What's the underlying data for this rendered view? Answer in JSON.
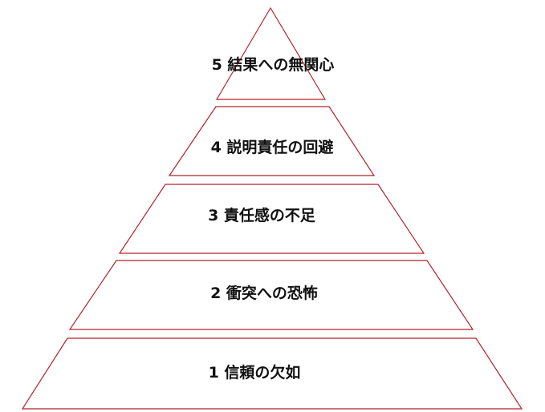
{
  "diagram": {
    "tiers": [
      {
        "number": "5",
        "label": "5 結果への無関心"
      },
      {
        "number": "4",
        "label": "4 説明責任の回避"
      },
      {
        "number": "3",
        "label": "3 責任感の不足"
      },
      {
        "number": "2",
        "label": "2 衝突への恐怖"
      },
      {
        "number": "1",
        "label": "1 信頼の欠如"
      }
    ],
    "colors": {
      "outline": "#b0242c",
      "fill": "#ffffff",
      "text": "#111111"
    }
  }
}
